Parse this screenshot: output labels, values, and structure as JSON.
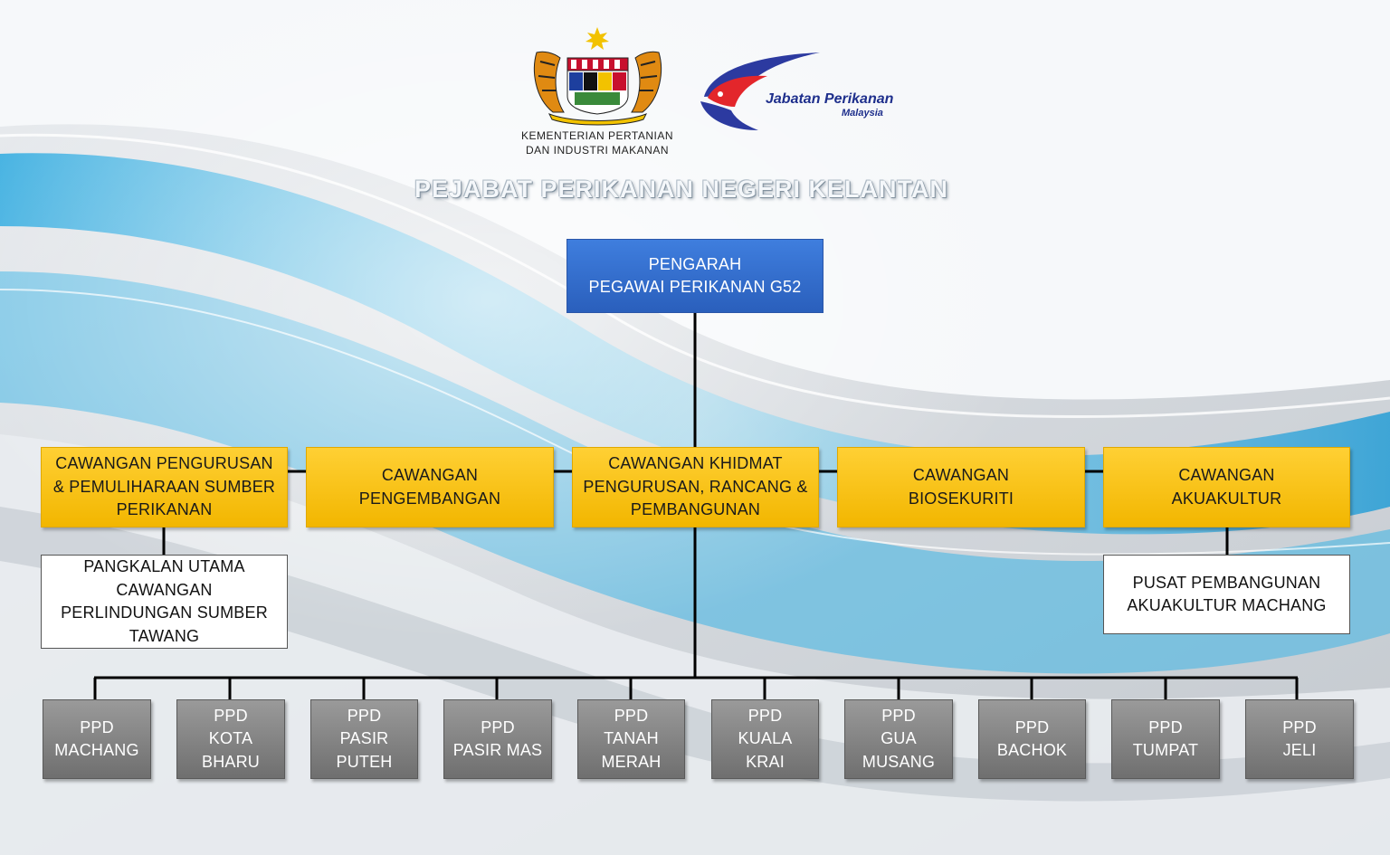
{
  "header": {
    "ministry_lines": [
      "KEMENTERIAN PERTANIAN",
      "DAN INDUSTRI MAKANAN"
    ],
    "department_name": "Jabatan Perikanan",
    "department_country": "Malaysia",
    "title": "PEJABAT PERIKANAN NEGERI KELANTAN",
    "ministry_logo_icon": "coat-of-arms-icon",
    "department_logo_icon": "fish-logo-icon"
  },
  "org": {
    "director": {
      "lines": [
        "PENGARAH",
        "PEGAWAI PERIKANAN G52"
      ]
    },
    "branches": [
      {
        "lines": [
          "CAWANGAN PENGURUSAN",
          "& PEMULIHARAAN  SUMBER",
          "PERIKANAN"
        ]
      },
      {
        "lines": [
          "CAWANGAN",
          "PENGEMBANGAN"
        ]
      },
      {
        "lines": [
          "CAWANGAN KHIDMAT",
          "PENGURUSAN, RANCANG &",
          "PEMBANGUNAN"
        ]
      },
      {
        "lines": [
          "CAWANGAN",
          "BIOSEKURITI"
        ]
      },
      {
        "lines": [
          "CAWANGAN",
          "AKUAKULTUR"
        ]
      }
    ],
    "sub_units": [
      {
        "lines": [
          "PANGKALAN UTAMA",
          "CAWANGAN",
          "PERLINDUNGAN SUMBER",
          "TAWANG"
        ]
      },
      {
        "lines": [
          "PUSAT PEMBANGUNAN",
          "AKUAKULTUR  MACHANG"
        ]
      }
    ],
    "district_offices": [
      {
        "lines": [
          "PPD",
          "MACHANG"
        ]
      },
      {
        "lines": [
          "PPD",
          "KOTA",
          "BHARU"
        ]
      },
      {
        "lines": [
          "PPD",
          "PASIR",
          "PUTEH"
        ]
      },
      {
        "lines": [
          "PPD",
          "PASIR MAS"
        ]
      },
      {
        "lines": [
          "PPD",
          "TANAH",
          "MERAH"
        ]
      },
      {
        "lines": [
          "PPD",
          "KUALA",
          "KRAI"
        ]
      },
      {
        "lines": [
          "PPD",
          "GUA",
          "MUSANG"
        ]
      },
      {
        "lines": [
          "PPD",
          "BACHOK"
        ]
      },
      {
        "lines": [
          "PPD",
          "TUMPAT"
        ]
      },
      {
        "lines": [
          "PPD",
          "JELI"
        ]
      }
    ]
  },
  "colors": {
    "director_fill": "#2f6bd0",
    "branch_fill": "#ffc61a",
    "district_fill": "#808080",
    "connector": "#000000",
    "department_logo_blue": "#2c3aa0",
    "department_logo_red": "#e3262b"
  }
}
